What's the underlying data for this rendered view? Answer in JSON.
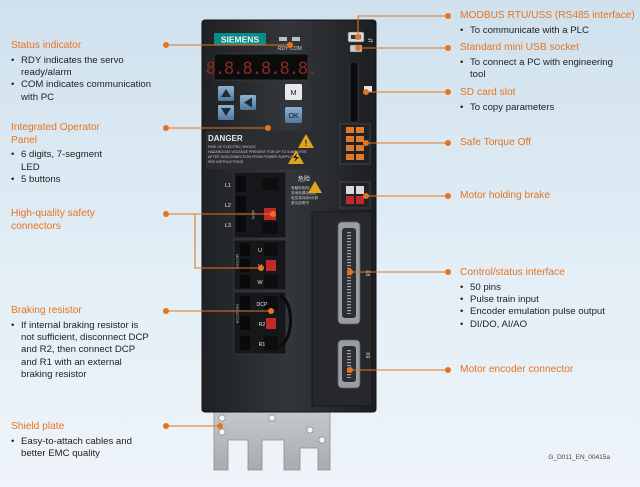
{
  "device": {
    "brand": "SIEMENS",
    "rdy_label": "RDY",
    "com_label": "COM",
    "display_digits": "8.8.8.8.8.8.",
    "m_key": "M",
    "ok_key": "OK",
    "danger_title": "DANGER",
    "danger_text": [
      "RISK OF ELECTRIC SHOCK!",
      "HAZARDOUS VOLTAGE PRESENT FOR UP TO 5 MINUTES",
      "AFTER DISCONNECTION FROM POWER SUPPLY",
      "SEE INSTRUCTIONS"
    ],
    "danger_cn_title": "危险",
    "danger_cn_text": [
      "有触电危险!",
      "关闭电源后危险",
      "电压将持续5分钟",
      "参见说明书"
    ],
    "terminals_power": [
      "L1",
      "L2",
      "L3"
    ],
    "terminals_motor": [
      "U",
      "V",
      "W"
    ],
    "terminals_resistor": [
      "DCP",
      "R2",
      "R1"
    ],
    "group_labels": [
      "MAIN",
      "MOTOR",
      "RESISTOR"
    ],
    "ground_symbol": "⏚",
    "port_x8": "X8",
    "port_x9": "X9"
  },
  "callouts": {
    "status_indicator": {
      "title": "Status indicator",
      "items": [
        "RDY indicates the servo ready/alarm",
        "COM indicates communication with PC"
      ]
    },
    "operator_panel": {
      "title": "Integrated Operator Panel",
      "items": [
        "6 digits, 7-segment LED",
        "5 buttons"
      ]
    },
    "safety_connectors": {
      "title": "High-quality safety connectors"
    },
    "braking_resistor": {
      "title": "Braking resistor",
      "items": [
        "If internal braking resistor is not sufficient, disconnect DCP and R2, then connect DCP and R1 with an external braking resistor"
      ]
    },
    "shield_plate": {
      "title": "Shield plate",
      "items": [
        "Easy-to-attach cables and better EMC quality"
      ]
    },
    "modbus": {
      "title": "MODBUS RTU/USS (RS485 interface)",
      "items": [
        "To communicate with a PLC"
      ]
    },
    "usb": {
      "title": "Standard mini USB socket",
      "items": [
        "To connect a PC with engineering tool"
      ]
    },
    "sd_card": {
      "title": "SD card slot",
      "items": [
        "To copy parameters"
      ]
    },
    "safe_torque_off": {
      "title": "Safe Torque Off"
    },
    "holding_brake": {
      "title": "Motor holding brake"
    },
    "control_interface": {
      "title": "Control/status interface",
      "items": [
        "50 pins",
        "Pulse train input",
        "Encoder emulation pulse output",
        "DI/DO, AI/AO"
      ]
    },
    "encoder_connector": {
      "title": "Motor encoder connector"
    }
  },
  "figure_id": "G_D011_EN_00415a",
  "colors": {
    "accent": "#e8731e",
    "device_body": "#2b2d30",
    "led_display": "#0c0c0c",
    "led_segment": "#c8362e",
    "nav_key": "#6a93b8",
    "terminal_red": "#c22a2a",
    "terminal_orange": "#d9751f"
  }
}
